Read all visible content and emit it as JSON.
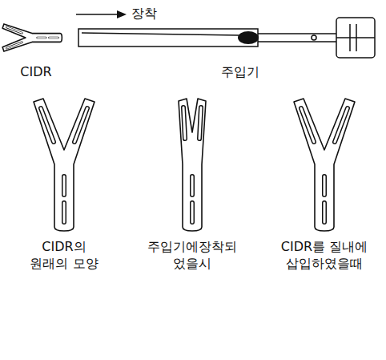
{
  "diagram": {
    "labels": [
      "장착",
      "CIDR",
      "주입기",
      "CIDR의 원래의 모양",
      "주입기에장착되 었을시",
      "CIDR를 질내에 삽입하였을때"
    ]
  }
}
